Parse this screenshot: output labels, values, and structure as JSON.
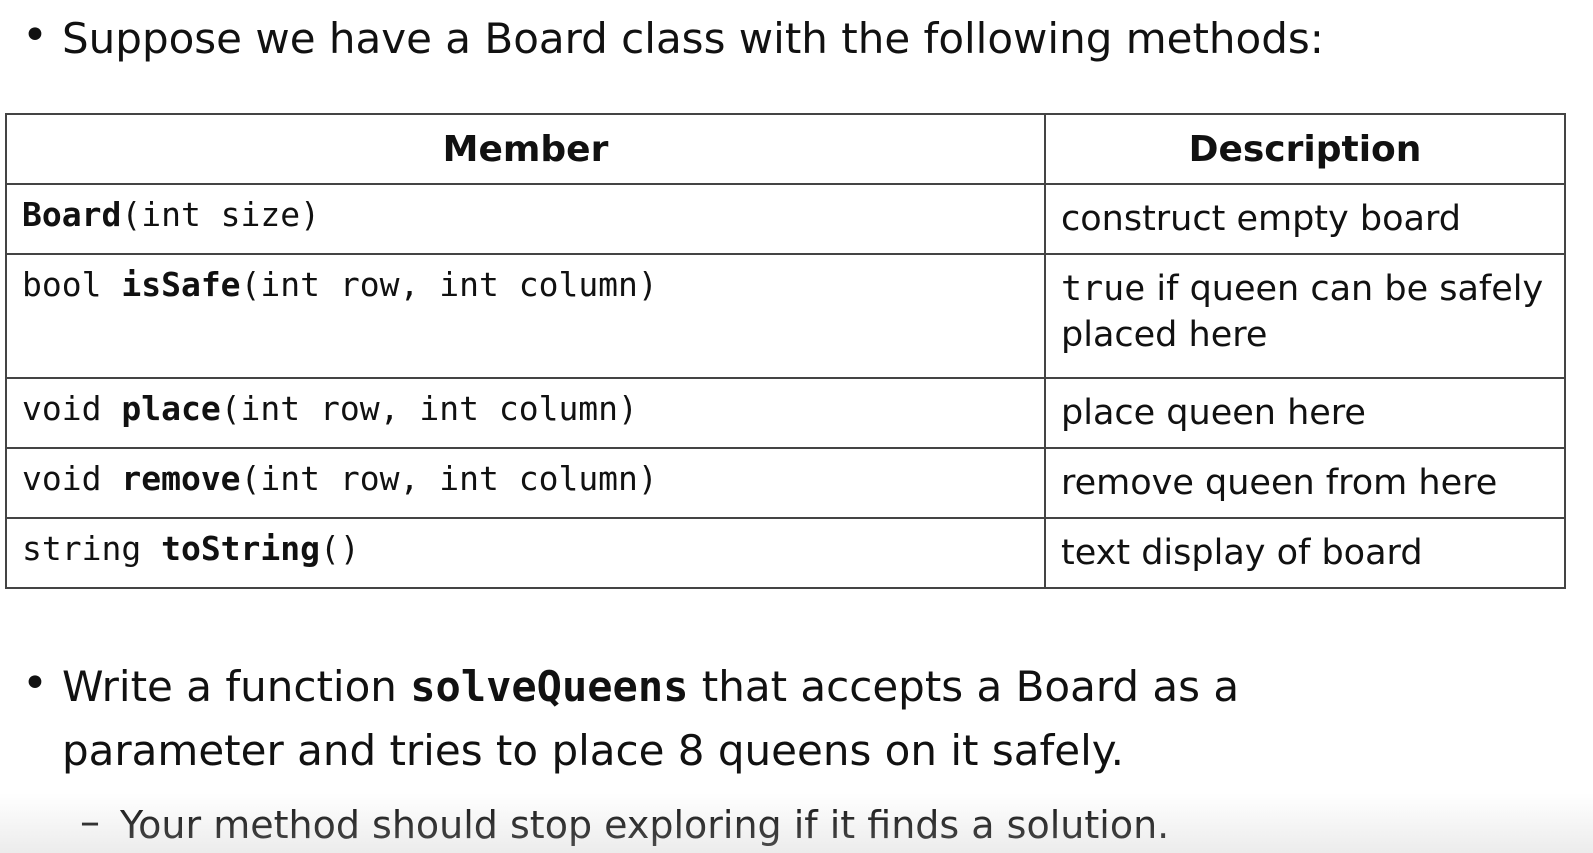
{
  "intro": {
    "bullet": "•",
    "text": "Suppose we have a Board class with the following methods:"
  },
  "table": {
    "headers": [
      "Member",
      "Description"
    ],
    "rows": [
      {
        "prefix": "",
        "name": "Board",
        "params": "(int size)",
        "description": "construct empty board"
      },
      {
        "prefix": "bool ",
        "name": "isSafe",
        "params": "(int row, int column)",
        "description_code": "true",
        "description": " if queen can be safely placed here"
      },
      {
        "prefix": "void ",
        "name": "place",
        "params": "(int row, int column)",
        "description": "place queen here"
      },
      {
        "prefix": "void ",
        "name": "remove",
        "params": "(int row, int column)",
        "description": "remove queen from here"
      },
      {
        "prefix": "string ",
        "name": "toString",
        "params": "()",
        "description": "text display of board"
      }
    ]
  },
  "task": {
    "bullet": "•",
    "part1": "Write a function ",
    "function_name": "solveQueens",
    "part2": " that accepts a Board as a",
    "line2": "parameter and tries to place 8 queens on it safely.",
    "dash": "–",
    "subpoint": "Your method should stop exploring if it finds a solution."
  }
}
